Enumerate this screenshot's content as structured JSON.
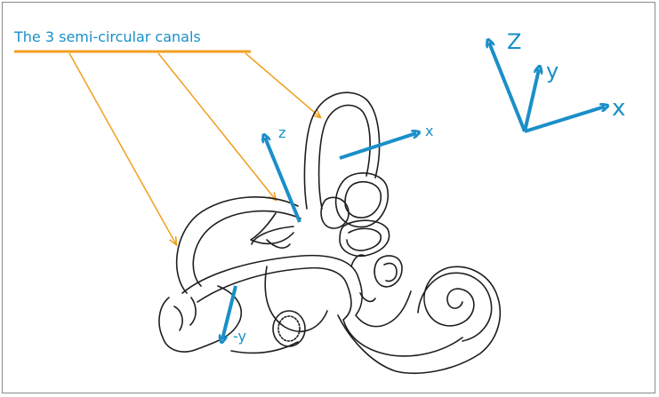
{
  "caption": "The 3 semi-circular canals",
  "colors": {
    "axis": "#1a8fc8",
    "pointer": "#f0a020",
    "underline": "#f0a020",
    "drawing": "#1e1e1e"
  },
  "ear_axes": {
    "z": "z",
    "x": "x",
    "neg_y": "-y"
  },
  "reference_axes": {
    "z": "Z",
    "y": "y",
    "x": "x"
  }
}
